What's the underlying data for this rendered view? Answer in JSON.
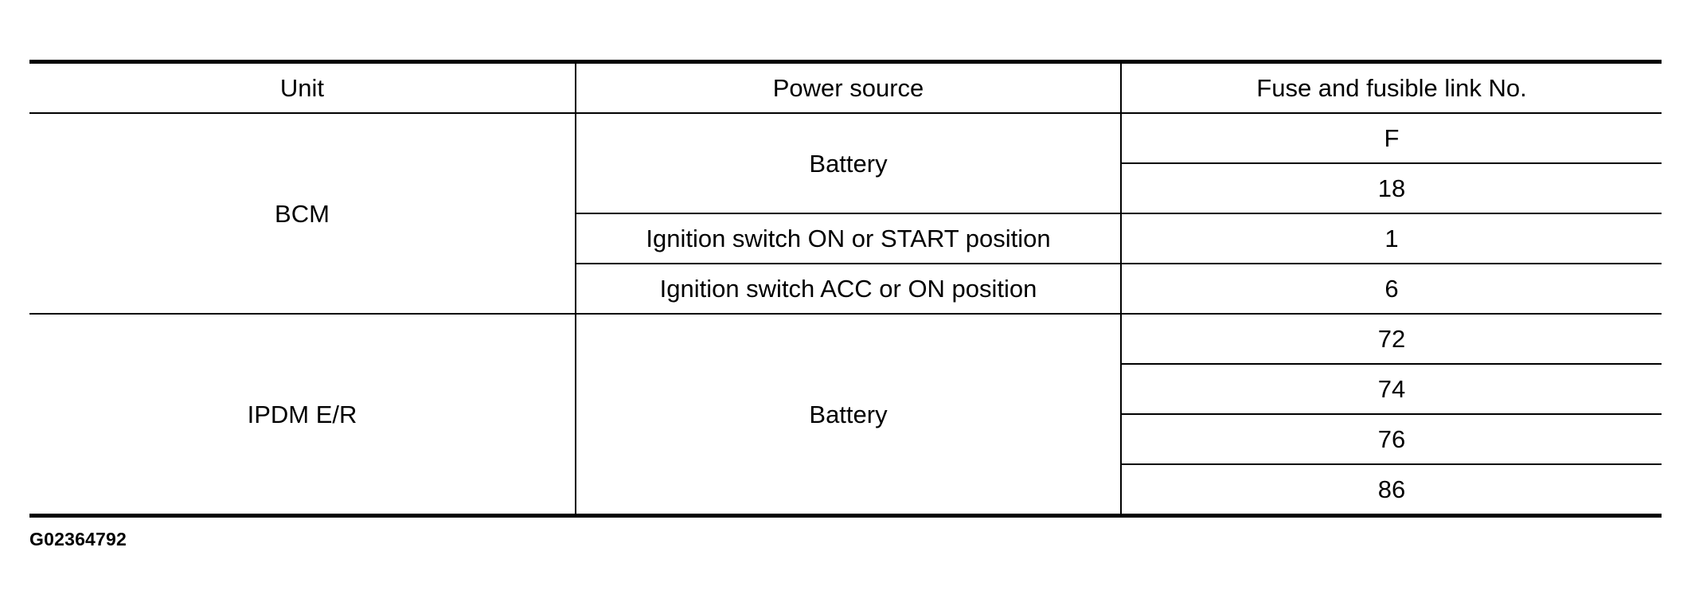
{
  "table": {
    "headers": [
      "Unit",
      "Power source",
      "Fuse and fusible link No."
    ],
    "groups": [
      {
        "unit": "BCM",
        "sources": [
          {
            "power_source": "Battery",
            "fuses": [
              "F",
              "18"
            ]
          },
          {
            "power_source": "Ignition switch ON or START position",
            "fuses": [
              "1"
            ]
          },
          {
            "power_source": "Ignition switch ACC or ON position",
            "fuses": [
              "6"
            ]
          }
        ]
      },
      {
        "unit": "IPDM E/R",
        "sources": [
          {
            "power_source": "Battery",
            "fuses": [
              "72",
              "74",
              "76",
              "86"
            ]
          }
        ]
      }
    ]
  },
  "figure_id": "G02364792"
}
